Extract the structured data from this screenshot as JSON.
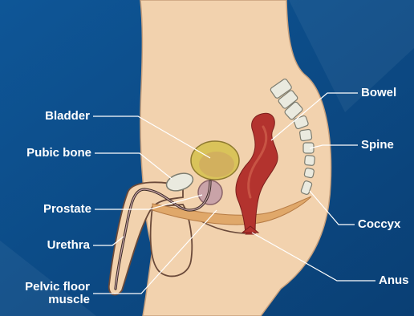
{
  "labels": {
    "bladder": "Bladder",
    "pubic_bone": "Pubic bone",
    "prostate": "Prostate",
    "urethra": "Urethra",
    "pelvic_floor_line1": "Pelvic floor",
    "pelvic_floor_line2": "muscle",
    "bowel": "Bowel",
    "spine": "Spine",
    "coccyx": "Coccyx",
    "anus": "Anus"
  },
  "colors": {
    "background": "#0d4f8c",
    "skin": "#f2d2ae",
    "outline": "#6b4a3a",
    "bladder": "#d9c35a",
    "bone": "#eaeadf",
    "prostate": "#c9a3a8",
    "bowel": "#b3332e",
    "muscle": "#e0a86a",
    "leader": "#ffffff"
  }
}
